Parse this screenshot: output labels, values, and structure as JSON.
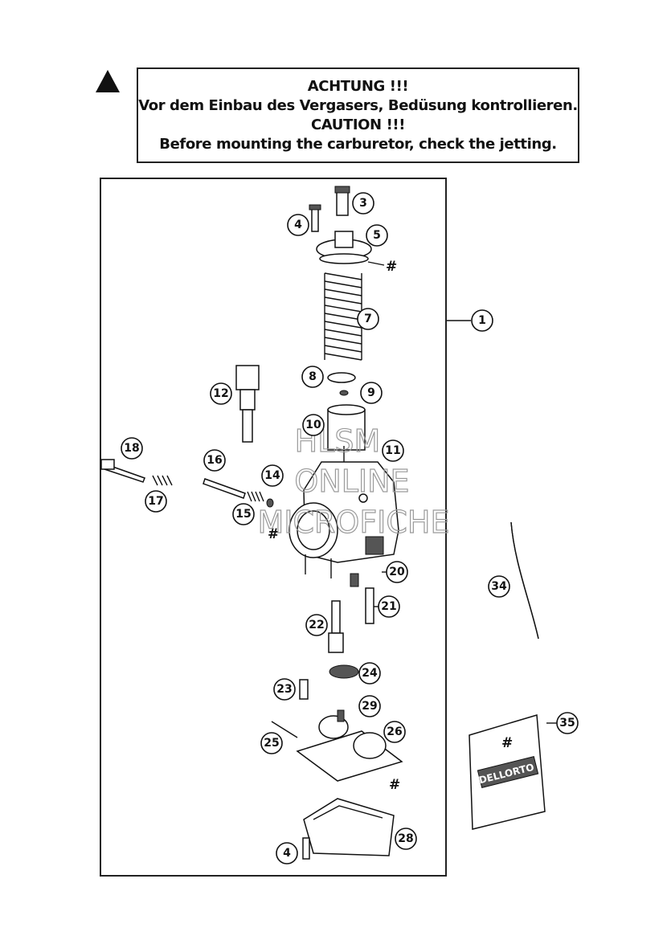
{
  "caution": {
    "line1": "ACHTUNG !!!",
    "line2": "Vor dem Einbau des Vergasers, Bedüsung kontrollieren.",
    "line3": "CAUTION !!!",
    "line4": "Before mounting the carburetor, check the jetting."
  },
  "callouts": [
    "1",
    "3",
    "4",
    "5",
    "7",
    "8",
    "9",
    "10",
    "11",
    "12",
    "14",
    "15",
    "16",
    "17",
    "18",
    "20",
    "21",
    "22",
    "23",
    "24",
    "25",
    "26",
    "28",
    "29",
    "34",
    "35",
    "4"
  ],
  "hash_mark": "#",
  "watermark": [
    "HLSM",
    "ONLINE",
    "MICROFICHE"
  ],
  "bag_label": {
    "brand": "DELLORTO"
  }
}
